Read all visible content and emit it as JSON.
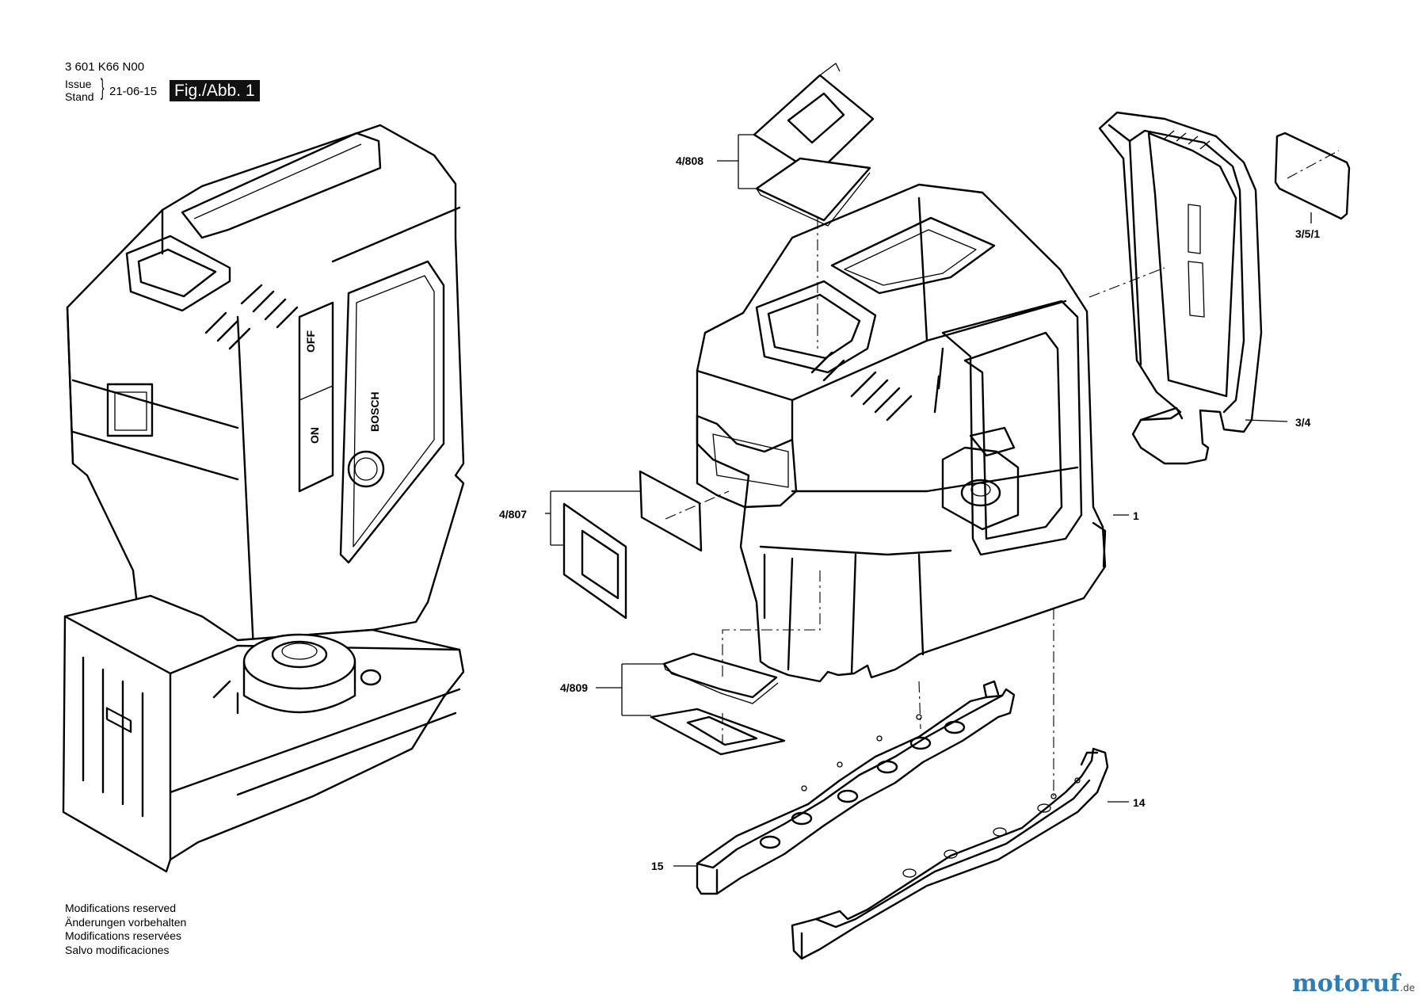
{
  "header": {
    "part_number": "3 601 K66 N00",
    "issue_label": "Issue\nStand",
    "issue_date": "21-06-15",
    "figure_label": "Fig./Abb. 1"
  },
  "device_markings": {
    "brand": "BOSCH",
    "off_label": "OFF",
    "on_label": "ON"
  },
  "callouts": {
    "c_4_808": "4/808",
    "c_3_5_1": "3/5/1",
    "c_3_4": "3/4",
    "c_1": "1",
    "c_4_807": "4/807",
    "c_4_809": "4/809",
    "c_14": "14",
    "c_15": "15"
  },
  "notes": [
    "Modifications reserved",
    "Änderungen vorbehalten",
    "Modifications reservées",
    "Salvo modificaciones"
  ],
  "watermark": {
    "text_main": "motoruf",
    "text_suffix": ".de"
  }
}
